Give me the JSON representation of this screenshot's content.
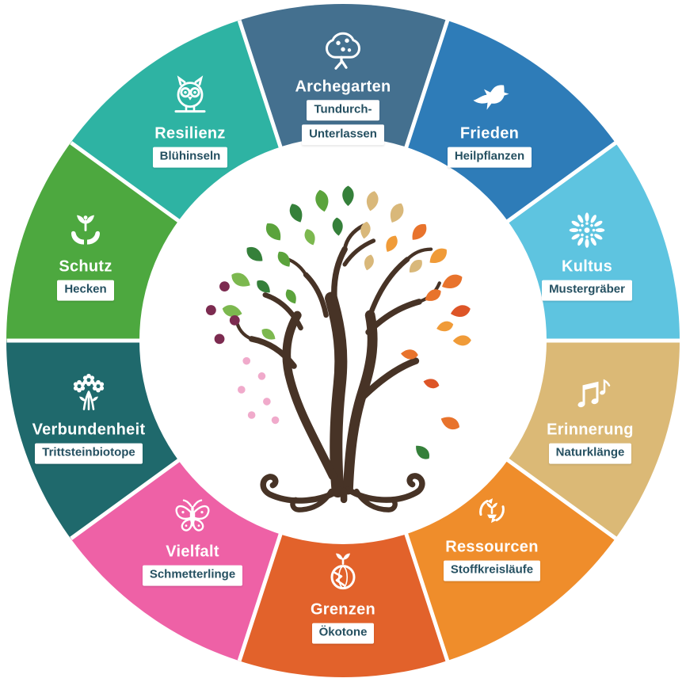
{
  "center": {
    "illustration": "tree-of-life"
  },
  "colors": {
    "background": "#ffffff",
    "label_text": "#255061",
    "divider": "#ffffff"
  },
  "segments": [
    {
      "name": "Archegarten",
      "labels": [
        "Tundurch-",
        "Unterlassen"
      ],
      "color": "#44708f",
      "icon": "fruit-tree-icon"
    },
    {
      "name": "Frieden",
      "labels": [
        "Heilpflanzen"
      ],
      "color": "#2e7cb8",
      "icon": "dove-icon"
    },
    {
      "name": "Kultus",
      "labels": [
        "Mustergräber"
      ],
      "color": "#5ec4e0",
      "icon": "dahlia-icon"
    },
    {
      "name": "Erinnerung",
      "labels": [
        "Naturklänge"
      ],
      "color": "#dbb976",
      "icon": "music-notes-icon"
    },
    {
      "name": "Ressourcen",
      "labels": [
        "Stoffkreisläufe"
      ],
      "color": "#ef8d2b",
      "icon": "recycling-plant-icon"
    },
    {
      "name": "Grenzen",
      "labels": [
        "Ökotone"
      ],
      "color": "#e2622b",
      "icon": "cracked-globe-icon"
    },
    {
      "name": "Vielfalt",
      "labels": [
        "Schmetterlinge"
      ],
      "color": "#ee61a6",
      "icon": "butterfly-icon"
    },
    {
      "name": "Verbundenheit",
      "labels": [
        "Trittsteinbiotope"
      ],
      "color": "#1f696c",
      "icon": "bouquet-icon"
    },
    {
      "name": "Schutz",
      "labels": [
        "Hecken"
      ],
      "color": "#4da83f",
      "icon": "hands-plant-icon"
    },
    {
      "name": "Resilienz",
      "labels": [
        "Blühinseln"
      ],
      "color": "#2eb3a3",
      "icon": "owl-icon"
    }
  ]
}
